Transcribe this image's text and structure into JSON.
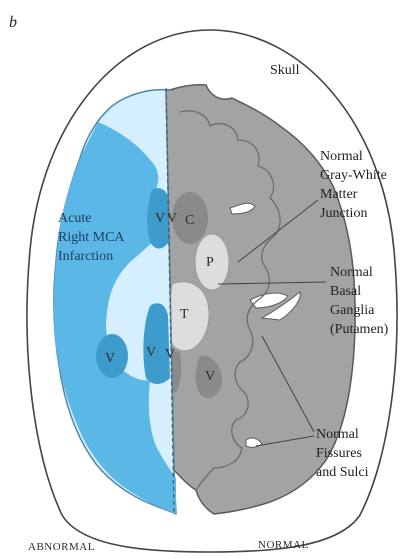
{
  "figure": {
    "panel_letter": "b",
    "labels": {
      "skull": "Skull",
      "gray_white": [
        "Normal",
        "Gray-White",
        "Matter",
        "Junction"
      ],
      "basal_ganglia": [
        "Normal",
        "Basal",
        "Ganglia",
        "(Putamen)"
      ],
      "fissures": [
        "Normal",
        "Fissures",
        "and Sulci"
      ],
      "infarction": [
        "Acute",
        "Right MCA",
        "Infarction"
      ]
    },
    "structure_letters": {
      "ventricle": "V",
      "caudate": "C",
      "putamen": "P",
      "thalamus": "T"
    },
    "sides": {
      "left": "ABNORMAL",
      "right": "NORMAL"
    },
    "colors": {
      "skull_outline": "#444444",
      "infarct_fill": "#5bb8e6",
      "infarct_light": "#d5efff",
      "infarct_ventricle": "#3d9ccc",
      "normal_fill": "#a3a3a3",
      "normal_dark": "#8a8a8a",
      "normal_light": "#dddddd"
    }
  }
}
